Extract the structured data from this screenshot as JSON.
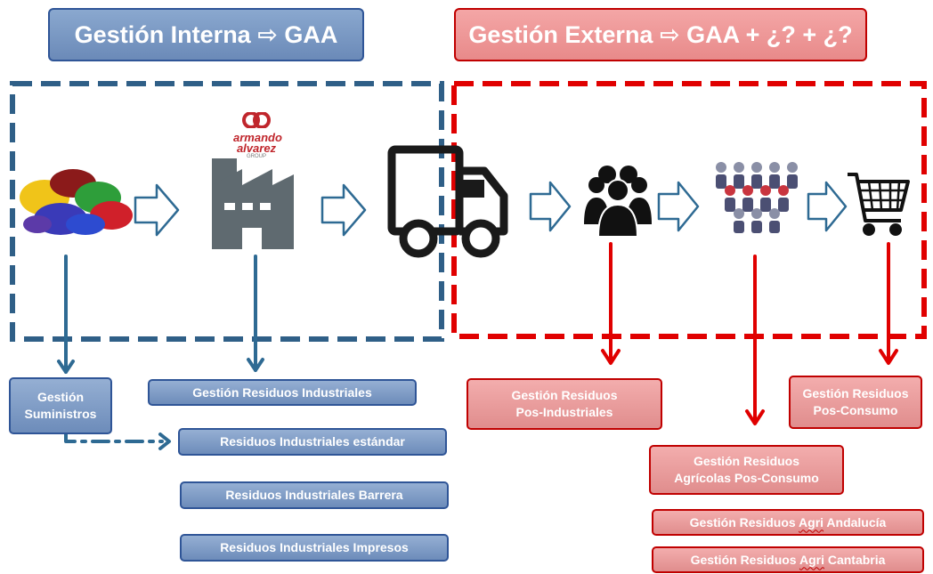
{
  "banners": {
    "internal": "Gestión Interna ⇨ GAA",
    "external": "Gestión Externa ⇨ GAA + ¿? + ¿?"
  },
  "logo": {
    "line1": "armando",
    "line2": "alvarez",
    "line3": "GROUP"
  },
  "boxes": {
    "suministros_1": "Gestión",
    "suministros_2": "Suministros",
    "residuos_industriales": "Gestión Residuos Industriales",
    "estandar": "Residuos Industriales estándar",
    "barrera": "Residuos Industriales Barrera",
    "impresos": "Residuos Industriales Impresos",
    "pos_industriales_1": "Gestión Residuos",
    "pos_industriales_2": "Pos-Industriales",
    "agricolas_1": "Gestión Residuos",
    "agricolas_2": "Agrícolas Pos-Consumo",
    "pos_consumo_1": "Gestión Residuos",
    "pos_consumo_2": "Pos-Consumo",
    "andalucia_prefix": "Gestión Residuos ",
    "andalucia_agri": "Agri",
    "andalucia_region": " Andalucía",
    "cantabria_prefix": "Gestión Residuos ",
    "cantabria_agri": "Agri",
    "cantabria_region": " Cantabria"
  },
  "colors": {
    "internal_blue": "#2f5597",
    "arrow_blue": "#2e6a93",
    "external_red": "#e00000",
    "icon_dark": "#1a1a1a",
    "factory_gray": "#5f6a70"
  },
  "icons": [
    "plastic-pellets-icon",
    "factory-icon",
    "truck-icon",
    "people-group-icon",
    "crowd-icon",
    "shopping-cart-icon"
  ]
}
